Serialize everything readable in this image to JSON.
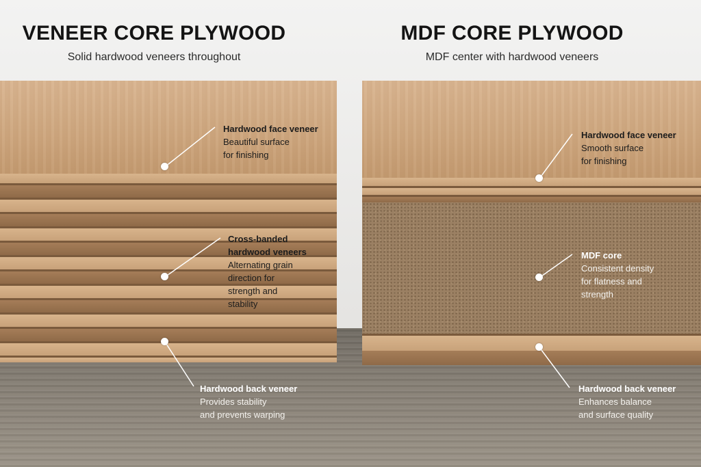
{
  "left": {
    "title": "VENEER CORE PLYWOOD",
    "subtitle": "Solid hardwood veneers throughout",
    "callouts": {
      "face": {
        "title": "Hardwood face veneer",
        "lines": [
          "Beautiful surface",
          "for finishing"
        ]
      },
      "core": {
        "title": [
          "Cross-banded",
          "hardwood veneers"
        ],
        "lines": [
          "Alternating grain",
          "direction for",
          "strength and",
          "stability"
        ]
      },
      "back": {
        "title": "Hardwood back veneer",
        "lines": [
          "Provides stability",
          "and prevents warping"
        ]
      }
    }
  },
  "right": {
    "title": "MDF CORE PLYWOOD",
    "subtitle": "MDF center with hardwood veneers",
    "callouts": {
      "face": {
        "title": "Hardwood face veneer",
        "lines": [
          "Smooth surface",
          "for finishing"
        ]
      },
      "core": {
        "title": "MDF core",
        "lines": [
          "Consistent density",
          "for flatness and",
          "strength"
        ]
      },
      "back": {
        "title": "Hardwood back veneer",
        "lines": [
          "Enhances balance",
          "and surface quality"
        ]
      }
    }
  },
  "colors": {
    "face_wood": "#cda67e",
    "ply_light": "#c8a27a",
    "ply_dark": "#8f6a48",
    "mdf": "#9b8063",
    "marker": "#ffffff"
  }
}
